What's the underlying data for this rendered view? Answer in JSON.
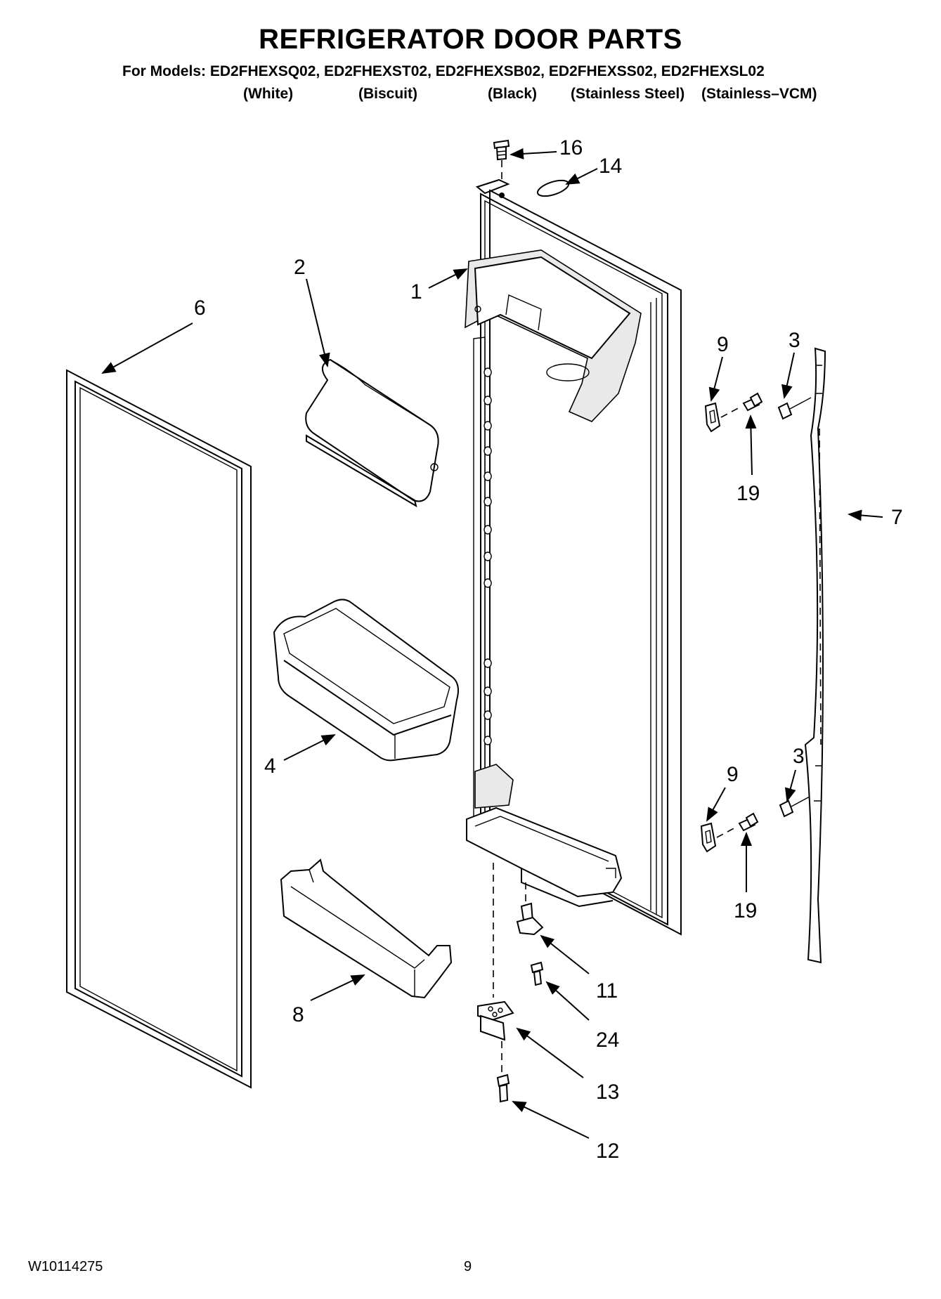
{
  "header": {
    "title": "REFRIGERATOR DOOR PARTS",
    "models_line": "For Models: ED2FHEXSQ02, ED2FHEXST02, ED2FHEXSB02, ED2FHEXSS02, ED2FHEXSL02",
    "colors": [
      "(White)",
      "(Biscuit)",
      "(Black)",
      "(Stainless Steel)",
      "(Stainless–VCM)"
    ]
  },
  "callouts": {
    "c1": "1",
    "c2": "2",
    "c3a": "3",
    "c3b": "3",
    "c4": "4",
    "c6": "6",
    "c7": "7",
    "c8": "8",
    "c9a": "9",
    "c9b": "9",
    "c11": "11",
    "c12": "12",
    "c13": "13",
    "c14": "14",
    "c16": "16",
    "c19a": "19",
    "c19b": "19",
    "c24": "24"
  },
  "footer": {
    "doc_id": "W10114275",
    "page": "9"
  }
}
